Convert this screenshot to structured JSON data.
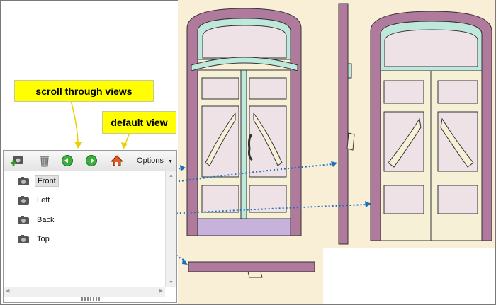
{
  "callouts": {
    "scroll": "scroll through views",
    "default": "default view"
  },
  "toolbar": {
    "options_label": "Options",
    "options_arrow": "▼"
  },
  "views": [
    {
      "label": "Front",
      "selected": true
    },
    {
      "label": "Left",
      "selected": false
    },
    {
      "label": "Back",
      "selected": false
    },
    {
      "label": "Top",
      "selected": false
    }
  ],
  "colors": {
    "frame": "#b07a9c",
    "transom_glass": "#bfe8dc",
    "door_cream": "#f6f1d6",
    "glass": "#eee2e6",
    "kick": "#c7b2dc",
    "callout": "#ffff00",
    "arrow": "#1a6fbf"
  }
}
